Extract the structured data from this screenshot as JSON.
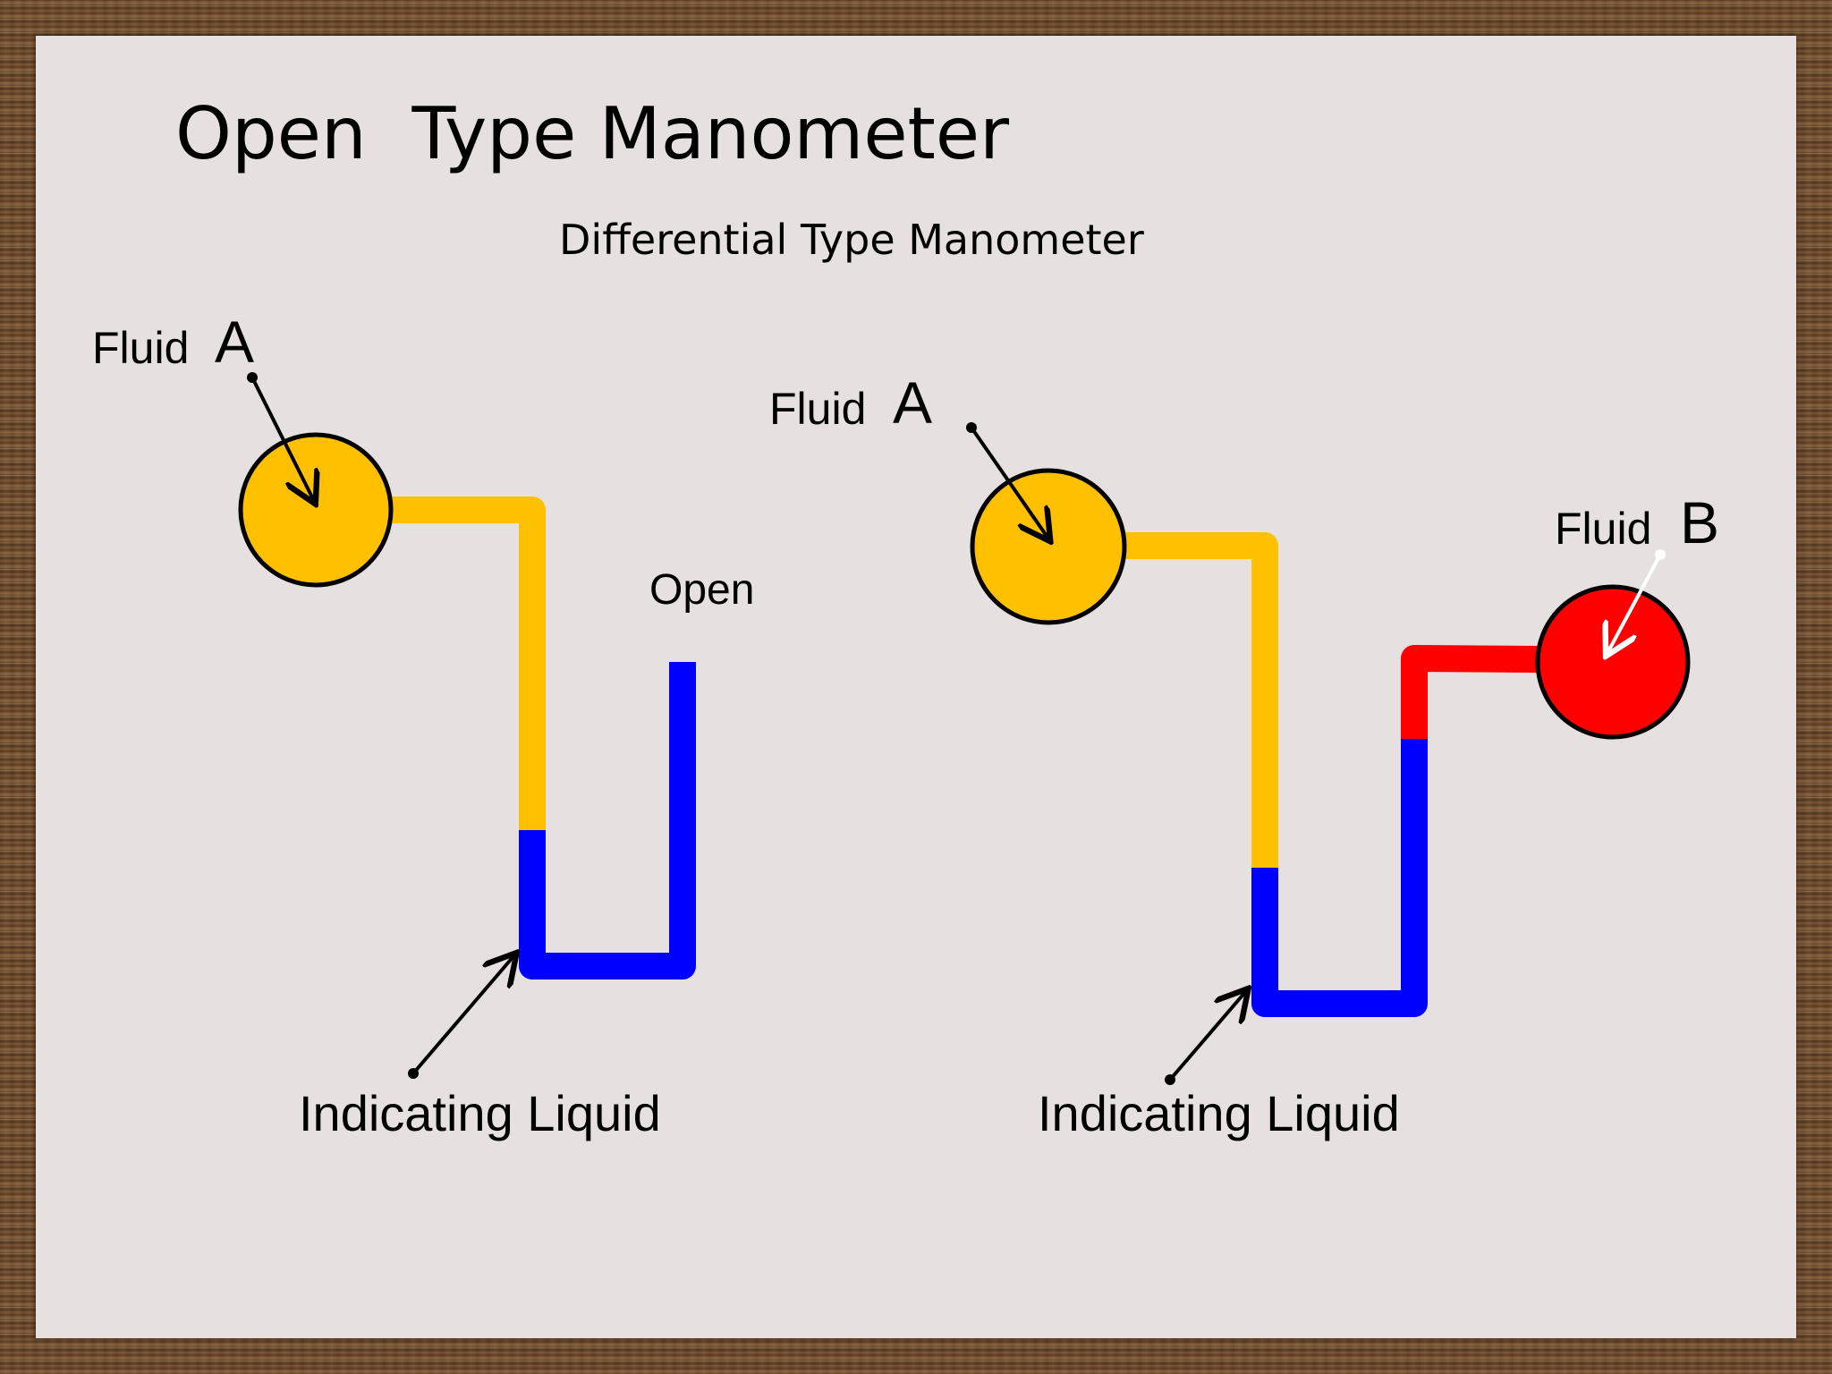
{
  "slide": {
    "title": "Open  Type Manometer",
    "subtitle": "Differential Type Manometer"
  },
  "open_manometer": {
    "fluid_label": "Fluid",
    "fluid_letter": "A",
    "open_label": "Open",
    "indicating_label": "Indicating Liquid"
  },
  "differential_manometer": {
    "fluid_a_label": "Fluid",
    "fluid_a_letter": "A",
    "fluid_b_label": "Fluid",
    "fluid_b_letter": "B",
    "indicating_label": "Indicating Liquid"
  },
  "colors": {
    "fluid_a": "#FFC000",
    "fluid_b": "#FF0000",
    "indicating_liquid": "#0000FF",
    "background": "#E6E0E0"
  }
}
